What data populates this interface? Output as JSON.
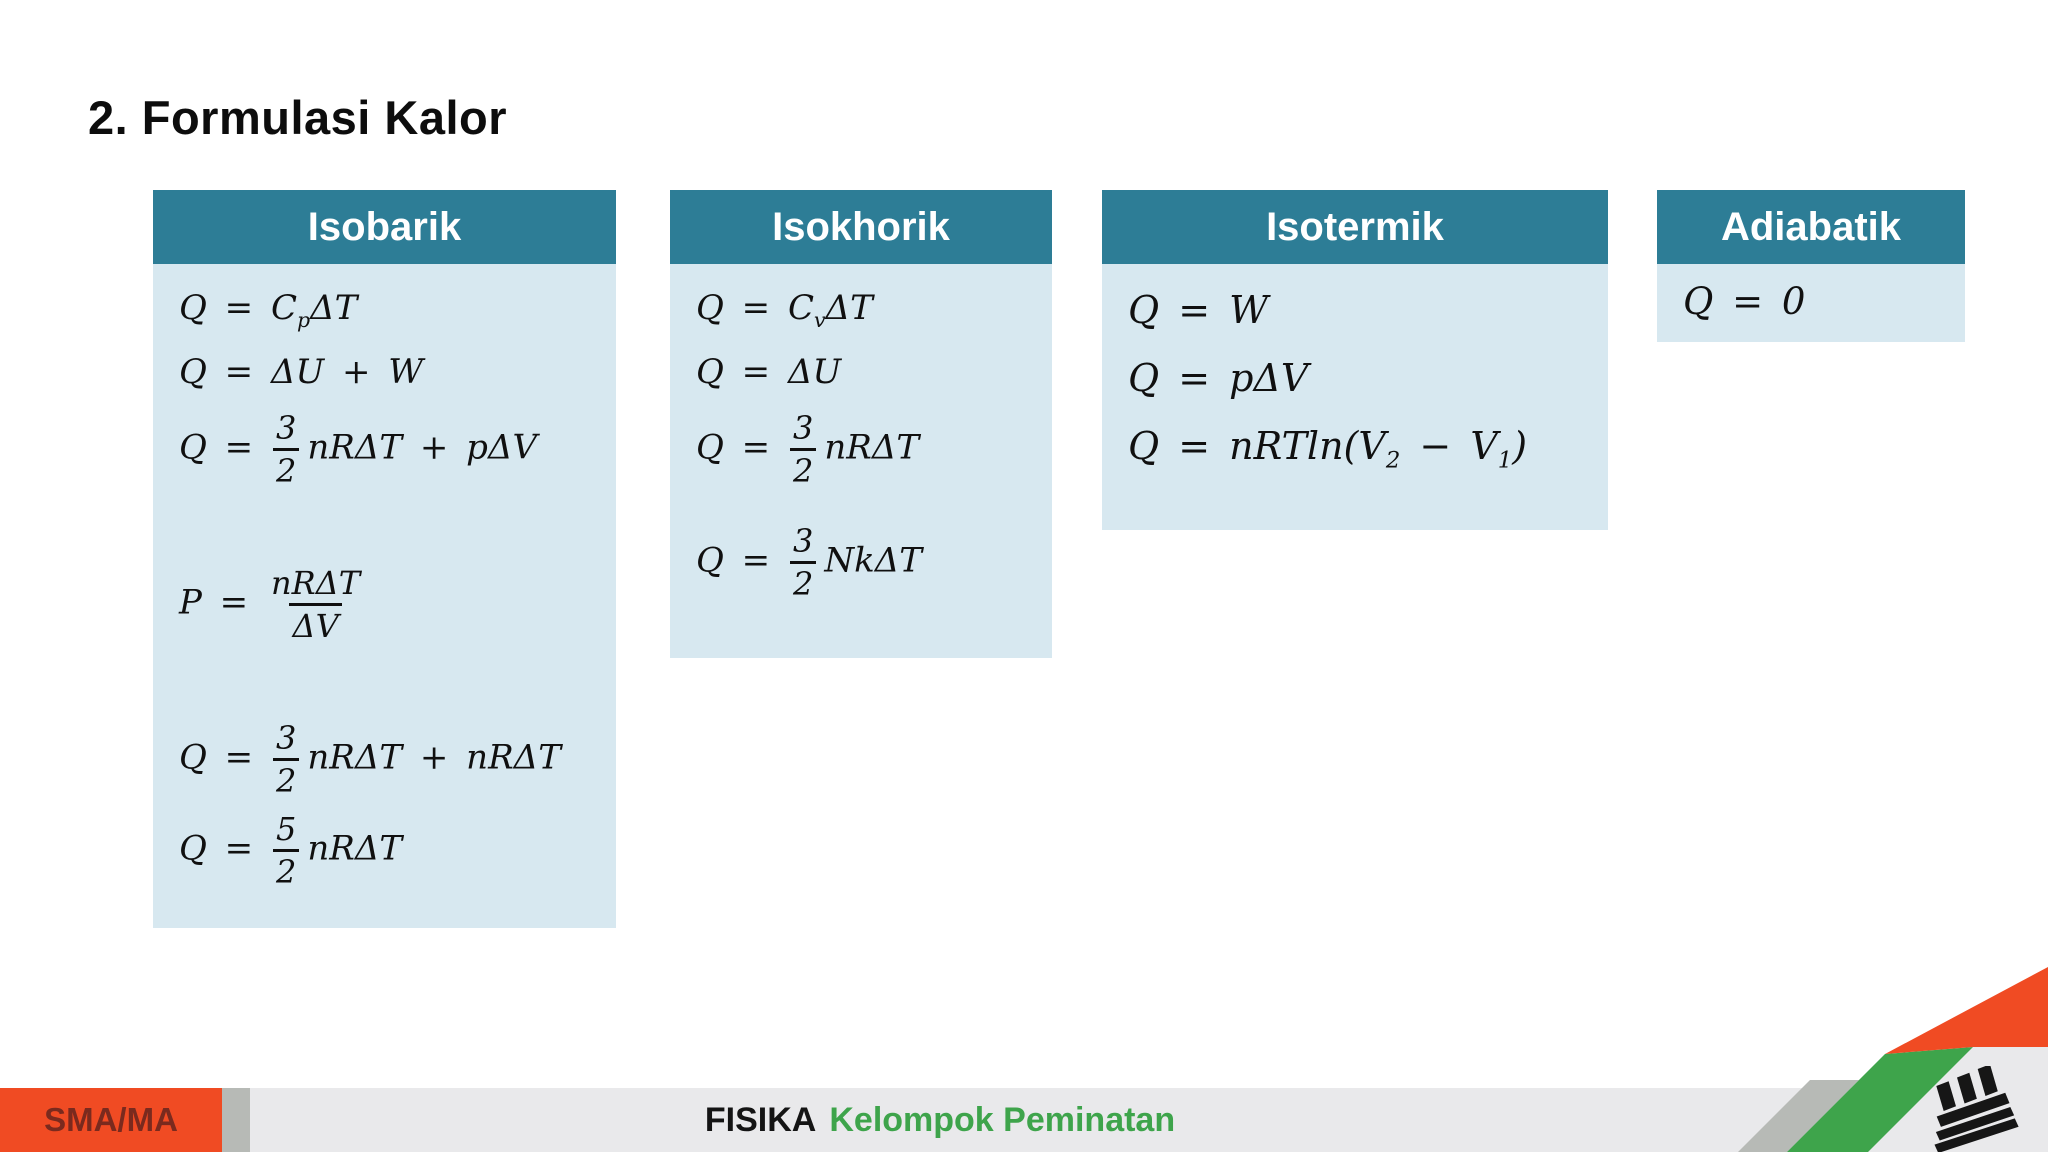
{
  "title": "2. Formulasi Kalor",
  "columns": [
    {
      "title": "Isobarik",
      "formulas": [
        {
          "f": "Q = C_(p)ΔT"
        },
        {
          "f": "Q = ΔU + W"
        },
        {
          "f": "Q = {3/2}nRΔT + pΔV"
        },
        {
          "f": "P = {nRΔT/ΔV}",
          "gap": true
        },
        {
          "f": "Q = {3/2}nRΔT + nRΔT",
          "gap": true
        },
        {
          "f": "Q = {5/2}nRΔT"
        }
      ]
    },
    {
      "title": "Isokhorik",
      "formulas": [
        {
          "f": "Q = C_(v)ΔT"
        },
        {
          "f": "Q = ΔU"
        },
        {
          "f": "Q = {3/2}nRΔT"
        },
        {
          "f": "Q = {3/2}NkΔT",
          "gap": true
        }
      ]
    },
    {
      "title": "Isotermik",
      "formulas": [
        {
          "f": "Q = W"
        },
        {
          "f": "Q = pΔV"
        },
        {
          "f": "Q = nRTln(V_(2) − V_(1))"
        }
      ]
    },
    {
      "title": "Adiabatik",
      "formulas": [
        {
          "f": "Q = 0"
        }
      ]
    }
  ],
  "footer": {
    "level_badge": "SMA/MA",
    "subject": "FISIKA",
    "series": "Kelompok Peminatan",
    "logo": "stacked-books-publisher-logo"
  },
  "colors": {
    "header_teal": "#2D7D96",
    "panel_blue": "#D7E8F0",
    "accent_orange": "#F04B23",
    "accent_green": "#3EA44B",
    "stripe_gray": "#B7BAB6",
    "footer_gray": "#E9E9EB",
    "badge_text": "#7A2A1E"
  }
}
